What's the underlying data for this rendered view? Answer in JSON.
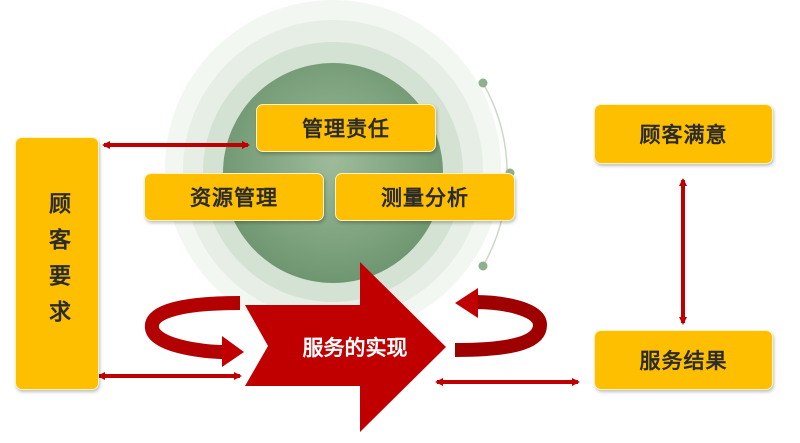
{
  "nodes": {
    "customer_requirements": "顾客要求",
    "management_responsibility": "管理责任",
    "resource_management": "资源管理",
    "measurement_analysis": "测量分析",
    "service_realization": "服务的实现",
    "customer_satisfaction": "顾客满意",
    "service_result": "服务结果"
  },
  "colors": {
    "box": "#fdbf00",
    "arrow": "#c00000",
    "circle": "#7aa07a"
  }
}
